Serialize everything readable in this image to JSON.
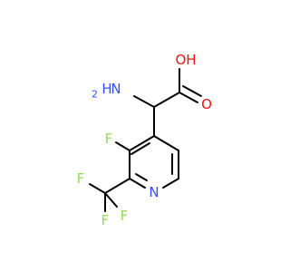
{
  "molecule": {
    "colors": {
      "bond": "#000000",
      "O": "#ff0d0d",
      "N": "#3050f8",
      "F": "#90e050"
    },
    "labels": {
      "oh": "OH",
      "o": "O",
      "nh2_n": "N",
      "nh2_h": "H",
      "nh2_sub": "2",
      "f_ring": "F",
      "n_ring": "N",
      "f1": "F",
      "f2": "F",
      "f3": "F"
    }
  }
}
